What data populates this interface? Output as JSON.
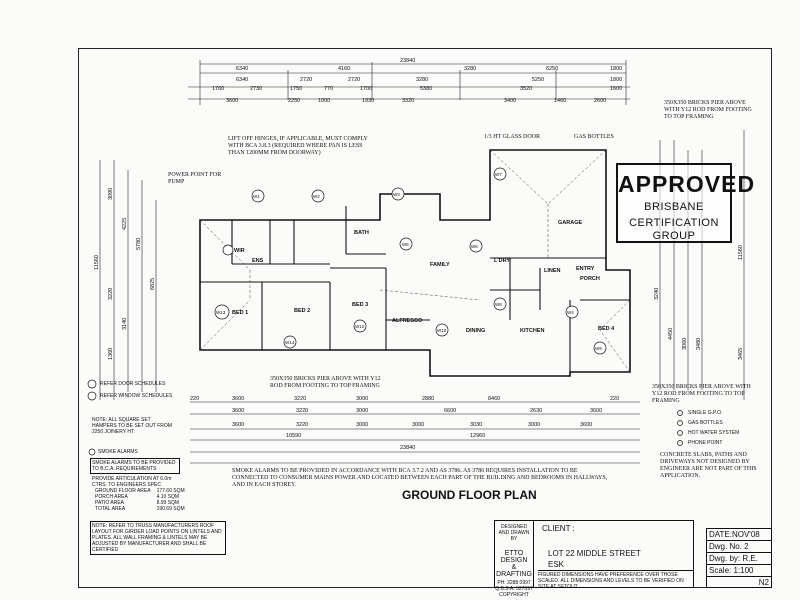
{
  "title": "GROUND FLOOR PLAN",
  "dims": {
    "top_overall": "23840",
    "bottom_overall": "23840"
  },
  "rooms": {
    "bed1": "BED 1",
    "bed2": "BED 2",
    "bed3": "BED 3",
    "bed4": "BED 4",
    "family": "FAMILY",
    "garage": "GARAGE",
    "ldry": "L'DRY",
    "kitchen": "KITCHEN",
    "dining": "DINING",
    "alfresco": "ALFRESCO",
    "bath": "BATH",
    "wir": "WIR",
    "ens": "ENS",
    "porch": "PORCH",
    "entry": "ENTRY",
    "linen": "LINEN"
  },
  "notes": {
    "hinges": "LIFT OFF HINGES, IF APPLICABLE, MUST COMPLY WITH BCA 3.8.3 (REQUIRED WHERE PAN IS LESS THAN 1200MM FROM DOORWAY)",
    "power_point": "POWER POINT FOR PUMP",
    "glass_door": "1/3 HT GLASS DOOR",
    "gas_bottles": "GAS BOTTLES",
    "pier_top": "350x350 BRICKS PIER ABOVE WITH Y12 ROD FROM FOOTING TO TOP FRAMING",
    "pier_bottom": "350x350 BRICKS PIER ABOVE WITH Y12 ROD FROM FOOTING TO TOP FRAMING",
    "pier_right": "350x350 BRICKS PIER ABOVE WITH Y12 ROD FROM FOOTING TO TOP FRAMING",
    "concrete": "CONCRETE SLABS, PATHS AND DRIVEWAYS NOT DESIGNED BY ENGINEER ARE NOT PART OF THIS APPLICATION.",
    "smoke": "SMOKE ALARMS TO BE PROVIDED IN ACCORDANCE WITH BCA 3.7.2 AND AS 3786. AS 3786 REQUIRES INSTALLATION TO BE CONNECTED TO CONSUMER MAINS POWER AND LOCATED BETWEEN EACH PART OF THE BUILDING AND BEDROOMS IN HALLWAYS, AND IN EACH STOREY.",
    "truss": "NOTE: REFER TO TRUSS MANUFACTURERS ROOF LAYOUT FOR GIRDER LOAD POINTS ON LINTELS AND PLATES. ALL WALL FRAMING & LINTELS MAY BE ADJUSTED BY MANUFACTURER AND SHALL BE CERTIFIED"
  },
  "legend": {
    "door": "REFER DOOR SCHEDULES",
    "window": "REFER WINDOW SCHEDULES",
    "hampers": "NOTE: ALL SQUARE SET HAMPERS TO BE SET OUT FROM 2250 JOINERY HT",
    "smoke": "SMOKE ALARMS",
    "smoke_box": "SMOKE ALARMS TO BE PROVIDED TO B.C.A. REQUIREMENTS",
    "articulation": "PROVIDE ARTICULATION AT 6.0m CTRS. TO ENGINEERS SPEC",
    "gpo": "SINGLE G.P.O.",
    "gas": "GAS BOTTLES",
    "hot_water": "HOT WATER SYSTEM",
    "phone": "PHONE POINT"
  },
  "areas": [
    {
      "label": "GROUND FLOOR AREA",
      "value": "177.60 SQM"
    },
    {
      "label": "PORCH AREA",
      "value": "4.10 SQM"
    },
    {
      "label": "PATIO AREA",
      "value": "8.99 SQM"
    },
    {
      "label": "TOTAL AREA",
      "value": "190.69 SQM"
    }
  ],
  "stamp": {
    "approved": "APPROVED",
    "line1": "BRISBANE",
    "line2": "CERTIFICATION GROUP"
  },
  "title_block": {
    "designed_by": "DESIGNED AND DRAWN BY",
    "company_1": "ETTO DESIGN",
    "company_2": "& DRAFTING",
    "phone": "PH: 3288 0997",
    "qbsa": "Q.B.S.A. 527097",
    "copyright": "COPYRIGHT",
    "client": "CLIENT :",
    "address": "LOT 22 MIDDLE STREET",
    "suburb": "ESK",
    "dim_note": "FIGURED DIMENSIONS HAVE PREFERENCE OVER THOSE SCALED. ALL DIMENSIONS AND LEVELS TO BE VERIFIED ON SITE AT SETOUT.",
    "date": "DATE:NOV'08",
    "dwg_no": "Dwg. No. 2",
    "dwg_by": "Dwg. by: R.E.",
    "scale": "Scale: 1:100",
    "sheet": "N2"
  }
}
